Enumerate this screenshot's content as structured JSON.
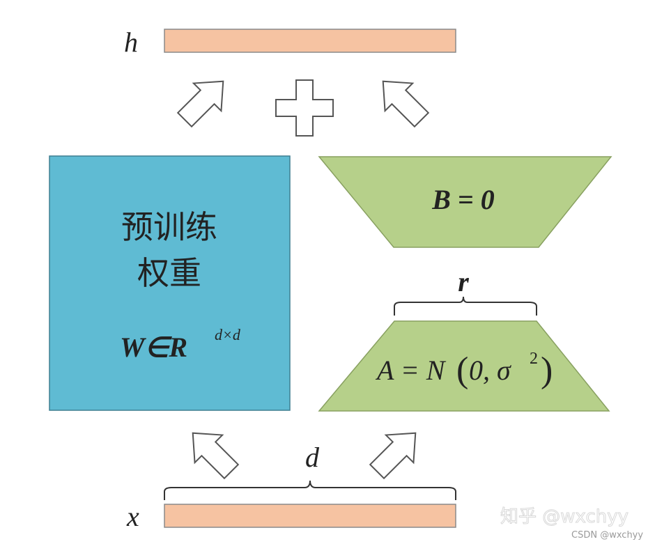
{
  "labels": {
    "h": "h",
    "x": "x",
    "d": "d",
    "r": "r"
  },
  "pretrained": {
    "line1": "预训练",
    "line2": "权重",
    "formula_main": "W∈R",
    "formula_sup": "d×d"
  },
  "B": {
    "formula": "B = 0"
  },
  "A": {
    "formula_prefix": "A = N",
    "formula_args": "0, σ",
    "formula_sup": "2"
  },
  "watermark": {
    "main": "知乎 @wxchyy",
    "sub": "CSDN @wxchyy"
  },
  "colors": {
    "bar": "#f6c3a2",
    "blue_box": "#5fbbd3",
    "green": "#b6d08a",
    "stroke": "#555555"
  },
  "icons": [
    "plus-icon",
    "arrow-icon"
  ]
}
